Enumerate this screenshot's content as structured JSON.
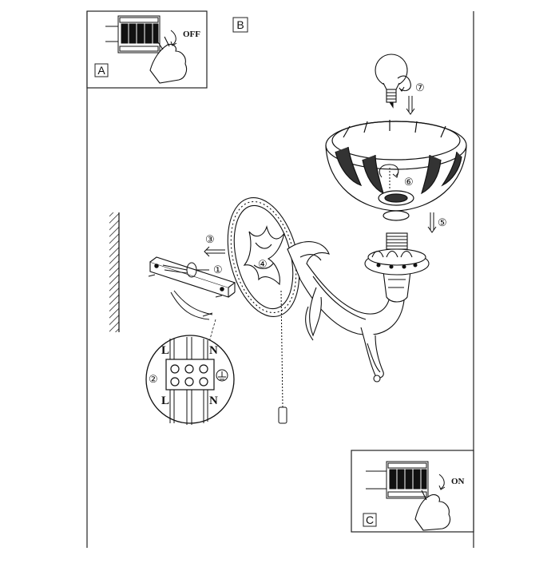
{
  "panels": {
    "a": {
      "label": "A",
      "switch_text": "OFF"
    },
    "b": {
      "label": "B"
    },
    "c": {
      "label": "C",
      "switch_text": "ON"
    }
  },
  "steps": [
    "①",
    "②",
    "③",
    "④",
    "⑤",
    "⑥",
    "⑦"
  ],
  "terminal": {
    "top_left": "L",
    "top_right": "N",
    "bottom_left": "L",
    "bottom_right": "N"
  }
}
